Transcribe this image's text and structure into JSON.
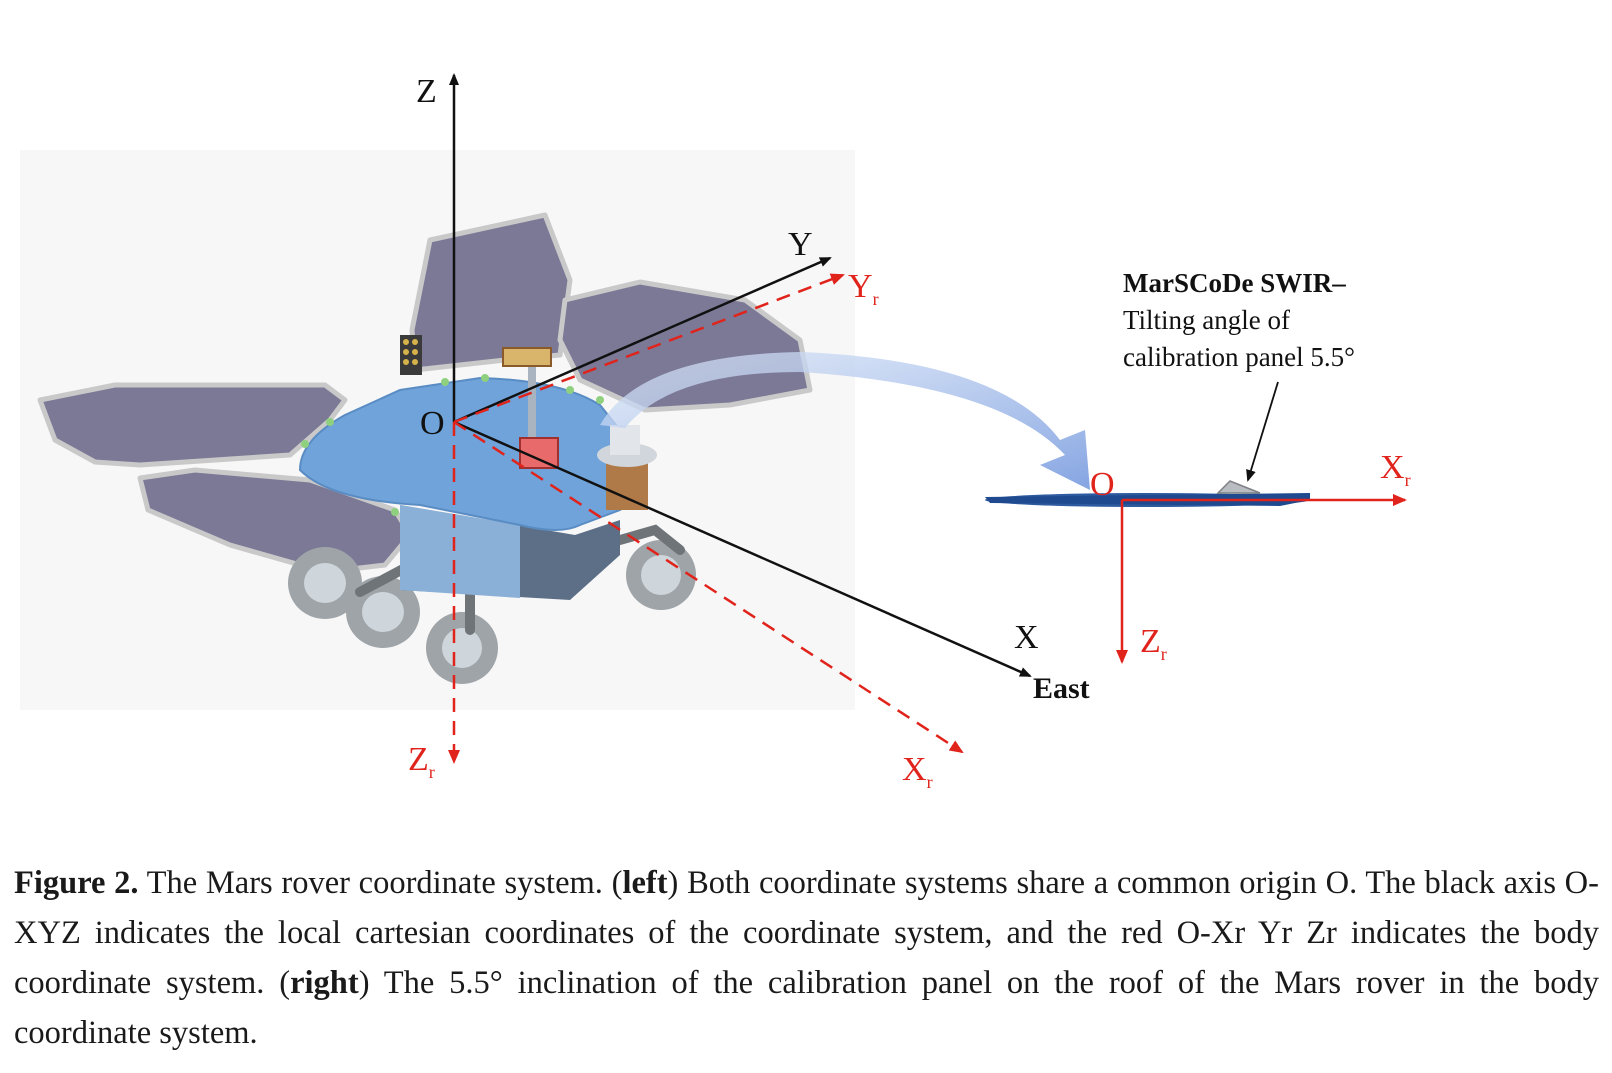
{
  "figure": {
    "left_axes": {
      "z": "Z",
      "y": "Y",
      "x": "X",
      "origin": "O",
      "zr_main": "Z",
      "zr_sub": "r",
      "yr_main": "Y",
      "yr_sub": "r",
      "xr_main": "X",
      "xr_sub": "r",
      "east": "East"
    },
    "right_axes": {
      "origin": "O",
      "xr_main": "X",
      "xr_sub": "r",
      "zr_main": "Z",
      "zr_sub": "r"
    },
    "callout": {
      "line1": "MarSCoDe SWIR–",
      "line2": "Tilting angle of",
      "line3": "calibration panel 5.5°"
    },
    "colors": {
      "red_axis": "#e0231b",
      "panel_fill": "#7b7996",
      "deck": "#6fa3da",
      "arrow_blue": "#8fb0e6"
    }
  },
  "caption": {
    "label": "Figure 2.",
    "t1": " The Mars rover coordinate system. (",
    "left": "left",
    "t2": ") Both coordinate systems share a common origin O. The black axis O-XYZ indicates the local cartesian coordinates of the coordinate system, and the red O-Xr Yr Zr indicates the body coordinate system. (",
    "right": "right",
    "t3": ") The 5.5° inclination of the calibration panel on the roof of the Mars rover in the body coordinate system."
  }
}
